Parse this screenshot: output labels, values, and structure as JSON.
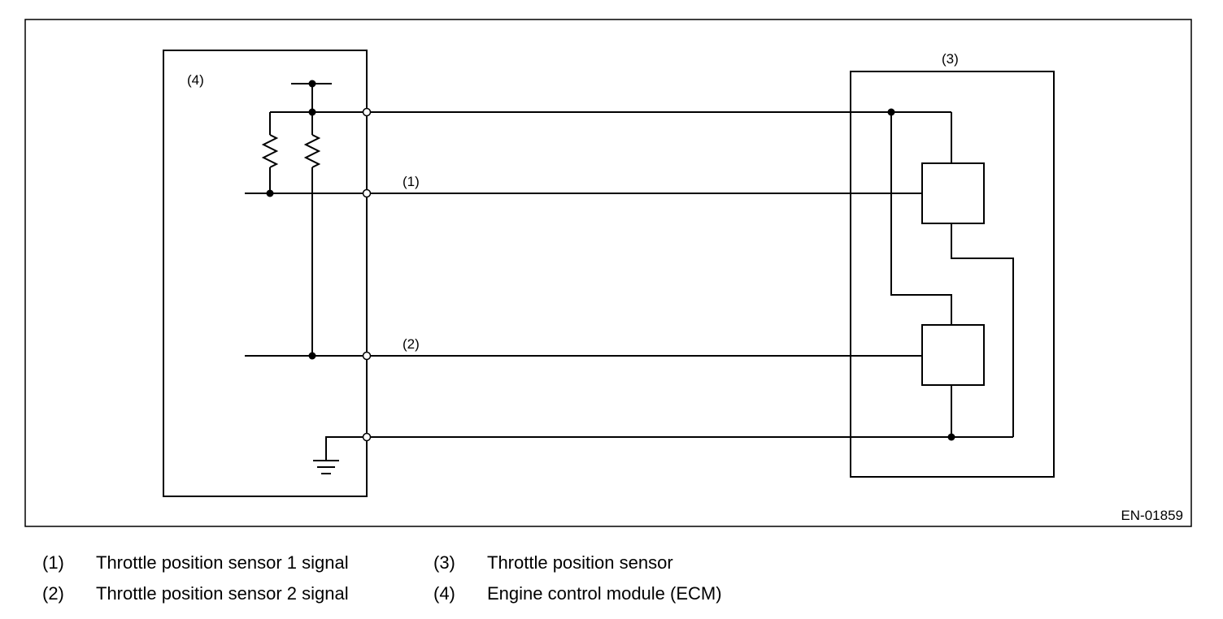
{
  "diagram": {
    "code": "EN-01859",
    "callouts": {
      "c1": "(1)",
      "c2": "(2)",
      "c3": "(3)",
      "c4": "(4)"
    }
  },
  "legend": [
    {
      "num": "(1)",
      "text": "Throttle position sensor 1 signal"
    },
    {
      "num": "(2)",
      "text": "Throttle position sensor 2 signal"
    },
    {
      "num": "(3)",
      "text": "Throttle position sensor"
    },
    {
      "num": "(4)",
      "text": "Engine control module (ECM)"
    }
  ]
}
